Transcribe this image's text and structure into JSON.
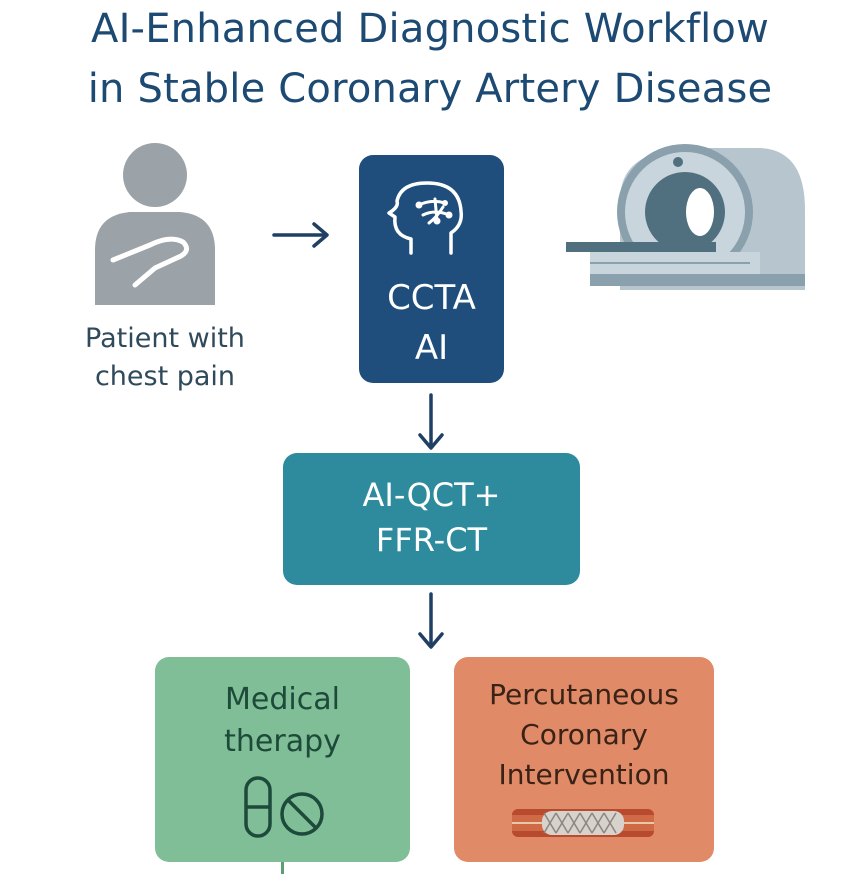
{
  "title": {
    "line1": "AI-Enhanced Diagnostic Workflow",
    "line2": "in Stable Coronary Artery Disease"
  },
  "patient": {
    "label_line1": "Patient with",
    "label_line2": "chest pain",
    "icon": "patient-chest-pain-icon"
  },
  "ccta": {
    "line1": "CCTA",
    "line2": "AI",
    "icon": "ai-head-icon",
    "color": "#1f4e7c"
  },
  "scanner": {
    "icon": "ct-scanner-icon"
  },
  "qct": {
    "line1": "AI-QCT+",
    "line2": "FFR-CT",
    "color": "#2e8b9e"
  },
  "medical": {
    "line1": "Medical",
    "line2": "therapy",
    "icon": "pill-icon",
    "color": "#7fbe96"
  },
  "pci": {
    "line1": "Percutaneous",
    "line2": "Coronary",
    "line3": "Intervention",
    "icon": "stent-icon",
    "color": "#e08a68"
  },
  "colors": {
    "title": "#1c4a73",
    "arrow": "#1f3f63"
  }
}
